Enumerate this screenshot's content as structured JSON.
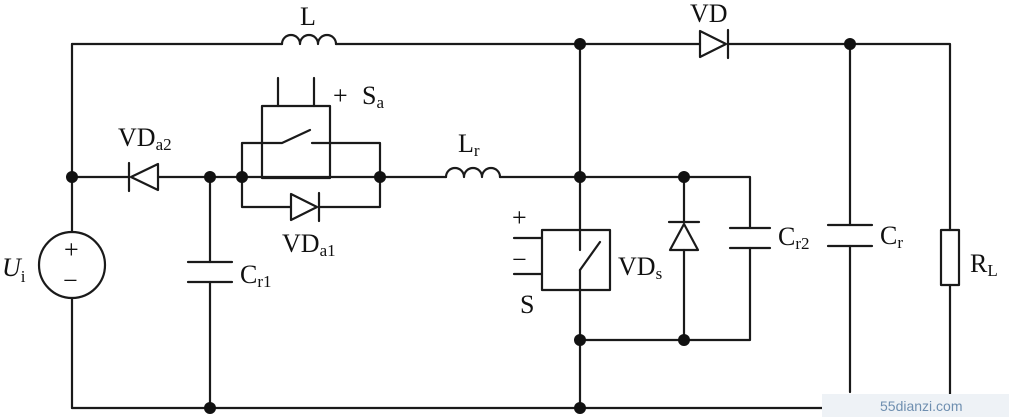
{
  "diagram": {
    "components": {
      "inductor_main": "L",
      "diode_output": "VD",
      "aux_switch": {
        "base": "S",
        "sub": "a",
        "polarity": "+"
      },
      "diode_va2": {
        "base": "VD",
        "sub": "a2"
      },
      "diode_va1": {
        "base": "VD",
        "sub": "a1"
      },
      "resonant_inductor": {
        "base": "L",
        "sub": "r"
      },
      "cap_cr1": {
        "base": "C",
        "sub": "r1"
      },
      "source": {
        "base": "U",
        "sub": "i",
        "plus": "+",
        "minus": "−"
      },
      "main_switch": {
        "base": "S",
        "plus": "+",
        "minus": "−"
      },
      "diode_vds": {
        "base": "VD",
        "sub": "s"
      },
      "cap_cr2": {
        "base": "C",
        "sub": "r2"
      },
      "cap_cr": {
        "base": "C",
        "sub": "r"
      },
      "load": {
        "base": "R",
        "sub": "L"
      }
    },
    "watermark": "55dianzi.com"
  }
}
